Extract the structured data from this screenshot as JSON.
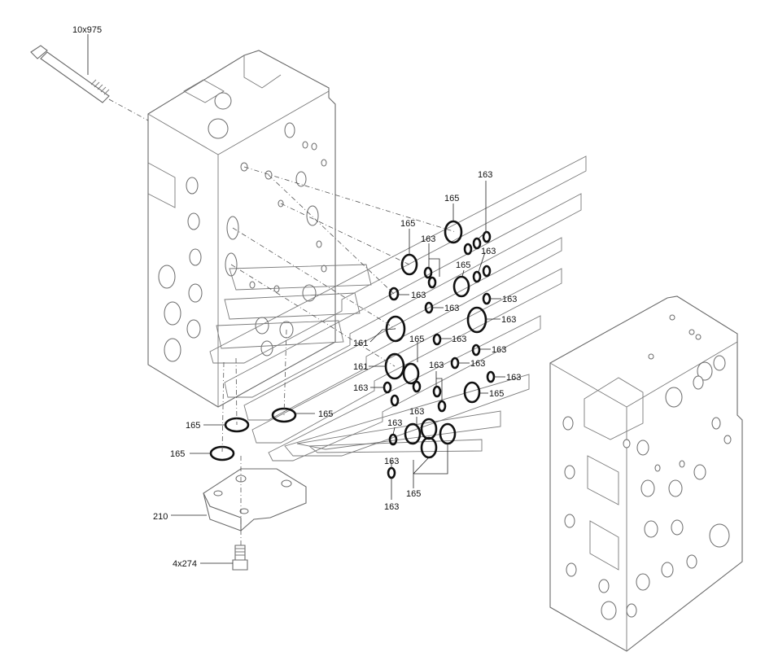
{
  "labels": {
    "bolt": "10x975",
    "screw": "4x274",
    "plate": "210",
    "ring_161": "161",
    "ring_163": "163",
    "ring_165": "165"
  }
}
